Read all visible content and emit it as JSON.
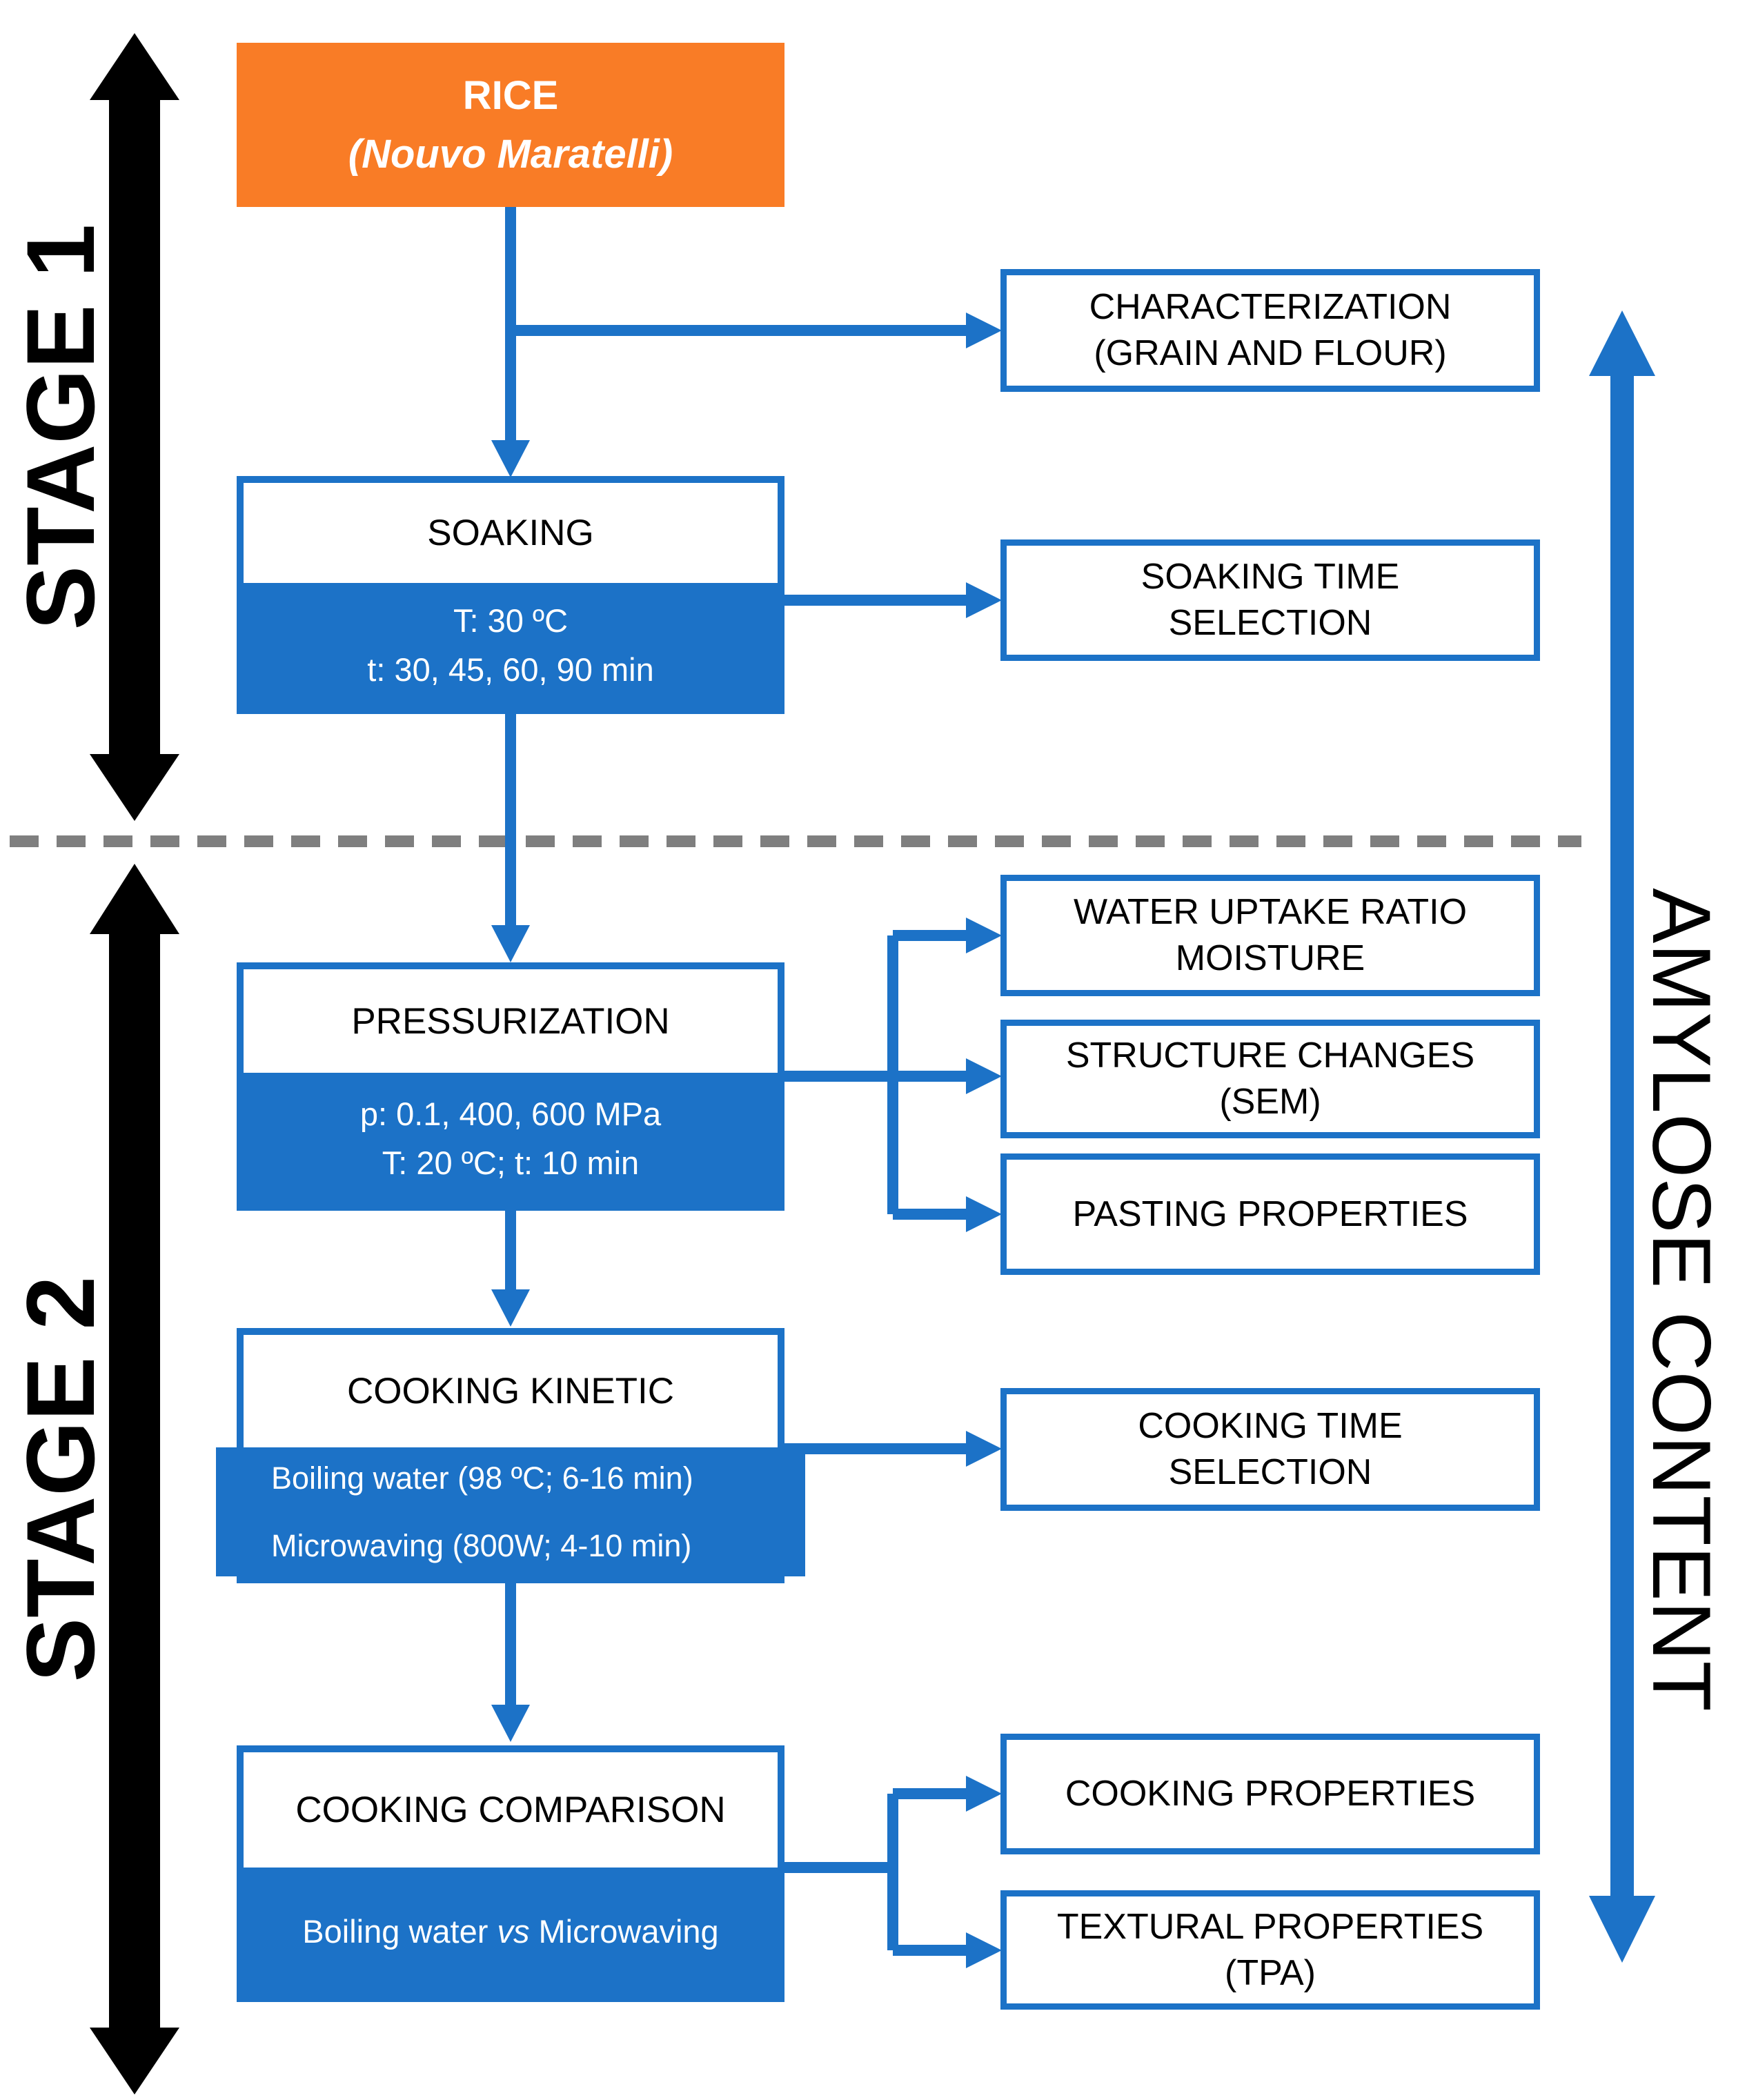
{
  "colors": {
    "accent_orange": "#F97C26",
    "accent_blue": "#1C72C7",
    "separator_gray": "#7F7F7F",
    "arrow_black": "#000000"
  },
  "stages": {
    "stage1": "STAGE 1",
    "stage2": "STAGE 2"
  },
  "axis_label": "AMYLOSE CONTENT",
  "process": {
    "rice": {
      "title": "RICE",
      "subtitle": "(Nouvo Maratelli)"
    },
    "soaking": {
      "title": "SOAKING",
      "params": [
        "T: 30 ºC",
        "t: 30, 45, 60, 90 min"
      ]
    },
    "pressurization": {
      "title": "PRESSURIZATION",
      "params": [
        "p: 0.1, 400, 600 MPa",
        "T: 20 ºC; t: 10 min"
      ]
    },
    "cooking_kinetic": {
      "title": "COOKING KINETIC",
      "params": [
        "Boiling water (98 ºC; 6-16 min)",
        "Microwaving (800W; 4-10 min)"
      ]
    },
    "cooking_comparison": {
      "title": "COOKING COMPARISON",
      "param_pre": "Boiling water ",
      "param_vs": "vs",
      "param_post": " Microwaving"
    }
  },
  "analyses": {
    "characterization": {
      "line1": "CHARACTERIZATION",
      "line2": "(GRAIN AND FLOUR)"
    },
    "soaking_time": {
      "line1": "SOAKING TIME",
      "line2": "SELECTION"
    },
    "water_uptake": {
      "line1": "WATER UPTAKE RATIO",
      "line2": "MOISTURE"
    },
    "structure_changes": {
      "line1": "STRUCTURE CHANGES",
      "line2": "(SEM)"
    },
    "pasting": {
      "line1": "PASTING PROPERTIES"
    },
    "cooking_time": {
      "line1": "COOKING TIME",
      "line2": "SELECTION"
    },
    "cooking_properties": {
      "line1": "COOKING PROPERTIES"
    },
    "textural": {
      "line1": "TEXTURAL PROPERTIES",
      "line2": "(TPA)"
    }
  }
}
